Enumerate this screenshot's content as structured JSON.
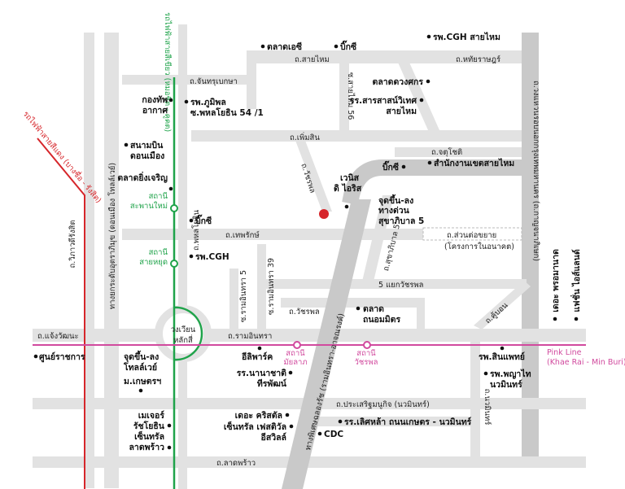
{
  "lines": {
    "green_line_label": "รถไฟฟ้าสายสีเขียว (หมอชิต - คูคต)",
    "red_line_label": "รถไฟฟ้าสายสีแดง (บางซื่อ - รังสิต)",
    "pink_line_label": "Pink Line",
    "pink_line_sub": "(Khae Rai - Min Buri)",
    "green_color": "#1fa34a",
    "red_color": "#d6262b",
    "pink_color": "#d14a9e"
  },
  "stations": {
    "saphan_mai": [
      "สถานี",
      "สะพานใหม่"
    ],
    "sai_yud": [
      "สถานี",
      "สายหยุด"
    ],
    "mi_lap": [
      "สถานี",
      "มัยลาภ"
    ],
    "wacharaphol": [
      "สถานี",
      "วัชรพล"
    ]
  },
  "roads": {
    "vibhavadi": "ถ.วิภาวดีรังสิต",
    "don_mueang_tollway": "ทางยกระดับอุตราภิมุข (ดอนเมือง โทลล์เวย์)",
    "phahonyothin": "ถ.พหลโยธิน",
    "chan_thrubeksa": "ถ.จันทรุเบกษา",
    "sai_mai": "ถ.สายไหม",
    "hathai_rat": "ถ.หทัยราษฎร์",
    "soi_sai_mai_56": "ซ.สายไหม 56",
    "phoem_sin": "ถ.เพิ่มสิน",
    "chatuchot": "ถ.จตุโชติ",
    "wacharaphol_road": "ถ.วัชรพล",
    "theparak": "ถ.เทพรักษ์",
    "extension": "ถ.ส่วนต่อขยาย",
    "extension_note": "(โครงการในอนาคต)",
    "sukhaphiban_5": "ถ.สุขาภิบาล 5",
    "ram_intra_39": "ซ.รามอินทรา 39",
    "ram_intra_5": "ซ.รามอินทรา 5",
    "ha_yaek_wacharaphol": "5 แยกวัชรพล",
    "wacharaphol_lower": "ถ.วัชรพล",
    "kanchanaphisek": "ถ.วงแหวนรอบนอกกรุงเทพมหานคร (ถ.กาญจนาภิเษก)",
    "expressway": "ทางพิเศษฉลองรัช (รามอินทรา-อาจณรงค์)",
    "khu_bon": "ถ.คู้บอน",
    "chaeng_watthana": "ถ.แจ้งวัฒนะ",
    "ram_intra": "ถ.รามอินทรา",
    "prasoet_manukit": "ถ.ประเสริฐมนูกิจ (นวมินทร์)",
    "nawamin": "ถ.นวมินทร์",
    "lat_phrao": "ถ.ลาดพร้าว",
    "lak_si_circle": [
      "วงเวียน",
      "หลักสี่"
    ]
  },
  "pois": {
    "rs_cgh_sai_mai": "รพ.CGH สายไหม",
    "talat_ae_si": "ตลาดเอซี",
    "big_c_top": "บิ๊กซี",
    "talat_duangkamon": "ตลาดดวงศกร",
    "sarasas_school": [
      "รร.สารสาสน์วิเทศ",
      "สายไหม"
    ],
    "kongthap_akat": [
      "กองทัพ",
      "อากาศ"
    ],
    "rp_bhumibol": [
      "รพ.ภูมิพล",
      "ซ.พหลโยธิน 54 /1"
    ],
    "don_mueang_airport": [
      "สนามบิน",
      "ดอนเมือง"
    ],
    "big_c_mid": "บิ๊กซี",
    "khet_office": "สำนักงานเขตสายไหม",
    "talat_yingcharoen": "ตลาดยิ่งเจริญ",
    "venice": [
      "เวนิส",
      "ดิ ไอริส"
    ],
    "express_ramp": [
      "จุดขึ้น-ลง",
      "ทางด่วน",
      "สุขาภิบาล 5"
    ],
    "big_c_saphan": "บิ๊กซี",
    "rs_cgh": "รพ.CGH",
    "talat_thanon_mit": [
      "ตลาด",
      "ถนอมมิตร"
    ],
    "the_promenade": "เดอะ พรอมานาด",
    "fashion_island": "แฟชั่น ไอส์แลนด์",
    "government_center": "ศูนย์ราชการ",
    "tollway_ramp": [
      "จุดขึ้น-ลง",
      "โทลล์เวย์"
    ],
    "ma_kasetsart": "ม.เกษตรฯ",
    "ideal": "อีลิพาร์ค",
    "rr_nanachat": [
      "รร.นานาชาติ",
      "ทีรพัฒน์"
    ],
    "rs_sinphaet": "รพ.สินแพทย์",
    "rs_phyathai": [
      "รพ.พญาไท",
      "นวมินทร์"
    ],
    "major_ratchayothin": [
      "เมเจอร์",
      "รัชโยธิน"
    ],
    "the_crystal": "เดอะ คริสตัล",
    "central_festival": [
      "เซ็นทรัล เฟสติวัล",
      "อีสวิลล์"
    ],
    "rr_lertla": "รร.เลิศหล้า ถนนเกษตร - นวมินทร์",
    "central_ladprao": [
      "เซ็นทรัล",
      "ลาดพร้าว"
    ],
    "cdc": "CDC"
  }
}
